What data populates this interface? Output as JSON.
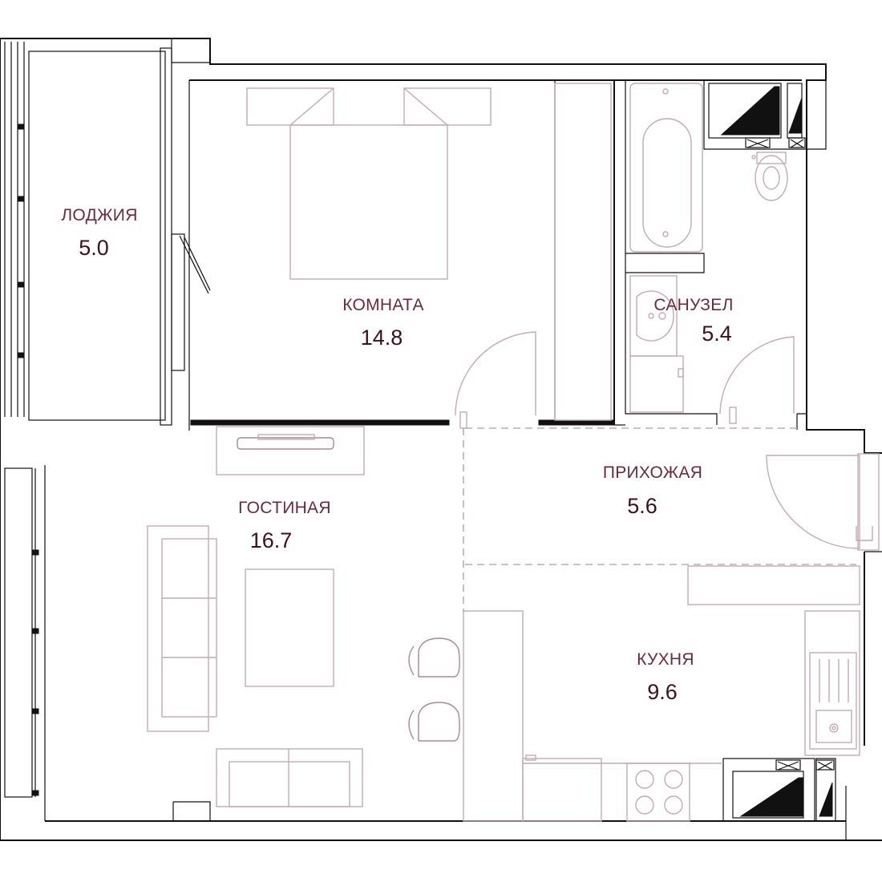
{
  "rooms": {
    "loggia": {
      "name": "ЛОДЖИЯ",
      "area": "5.0"
    },
    "bedroom": {
      "name": "КОМНАТА",
      "area": "14.8"
    },
    "bathroom": {
      "name": "САНУЗЕЛ",
      "area": "5.4"
    },
    "hallway": {
      "name": "ПРИХОЖАЯ",
      "area": "5.6"
    },
    "living": {
      "name": "ГОСТИНАЯ",
      "area": "16.7"
    },
    "kitchen": {
      "name": "КУХНЯ",
      "area": "9.6"
    }
  },
  "colors": {
    "label": "#6a2a3e",
    "area": "#3d0f1f",
    "walls": "#111111",
    "furniture": "#c4aab3"
  }
}
